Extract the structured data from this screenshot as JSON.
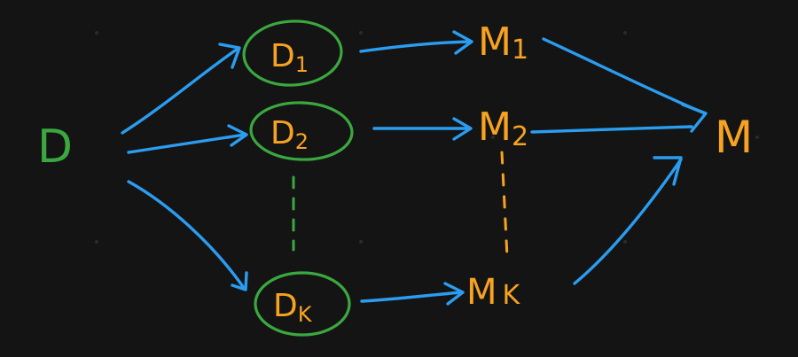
{
  "diagram": {
    "source_label": "D",
    "subsets": [
      {
        "label": "D",
        "sub": "1"
      },
      {
        "label": "D",
        "sub": "2"
      },
      {
        "label": "D",
        "sub": "K"
      }
    ],
    "models": [
      {
        "label": "M",
        "sub": "1"
      },
      {
        "label": "M",
        "sub": "2"
      },
      {
        "label": "M",
        "sub": "K"
      }
    ],
    "final_label": "M"
  },
  "colors": {
    "background": "#141414",
    "data_green": "#3aa83f",
    "model_orange": "#f7a321",
    "arrow_blue": "#2b9df0"
  }
}
